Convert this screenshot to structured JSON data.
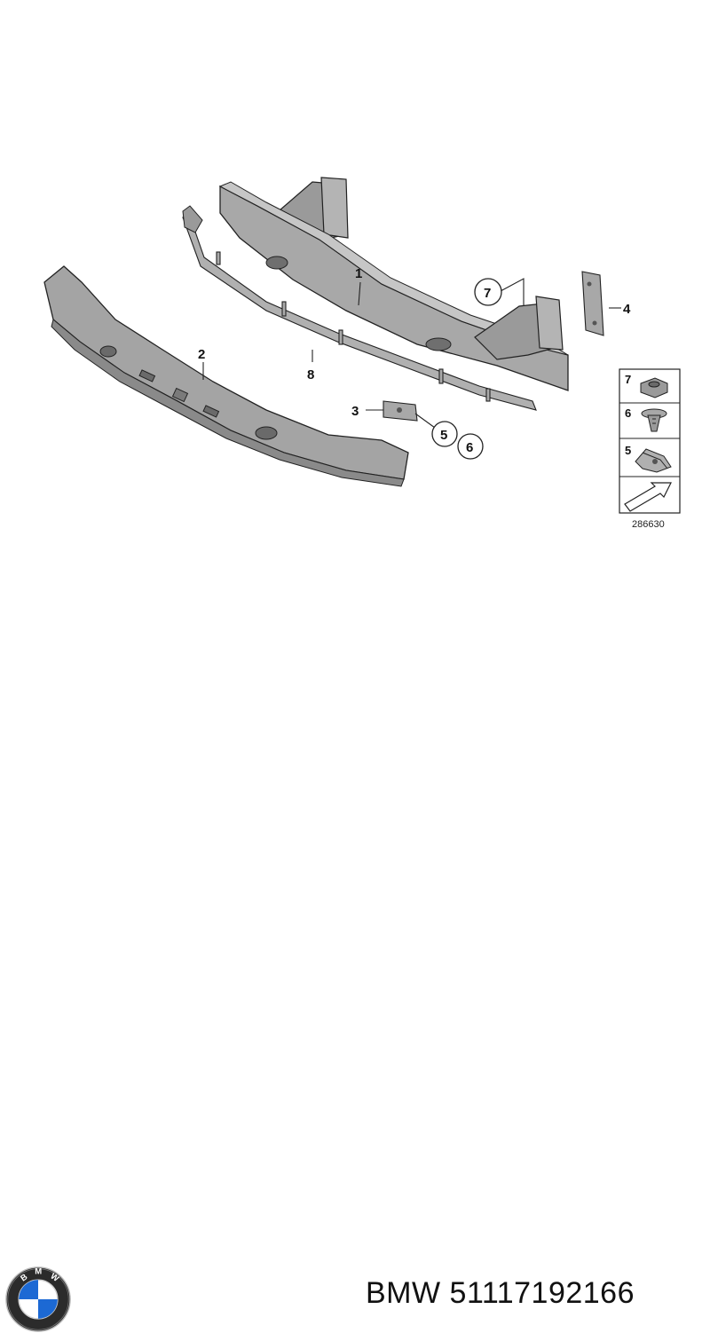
{
  "diagram": {
    "callouts": [
      {
        "id": "1",
        "label": "1"
      },
      {
        "id": "2",
        "label": "2"
      },
      {
        "id": "3",
        "label": "3"
      },
      {
        "id": "4",
        "label": "4"
      },
      {
        "id": "5",
        "label": "5"
      },
      {
        "id": "6",
        "label": "6"
      },
      {
        "id": "7",
        "label": "7"
      },
      {
        "id": "8",
        "label": "8"
      }
    ],
    "legend": {
      "items": [
        {
          "label": "7",
          "icon": "nut-icon"
        },
        {
          "label": "6",
          "icon": "expanding-nut-icon"
        },
        {
          "label": "5",
          "icon": "clip-nut-icon"
        }
      ],
      "arrow_icon": "direction-arrow-icon",
      "reference": "286630"
    }
  },
  "footer": {
    "brand_logo": "bmw-logo",
    "caption": "BMW 51117192166"
  },
  "colors": {
    "part_fill": "#a8a8a8",
    "part_dark": "#7c7c7c",
    "outline": "#222222",
    "logo_blue": "#1c69d4",
    "logo_ring": "#1a1a1a"
  }
}
